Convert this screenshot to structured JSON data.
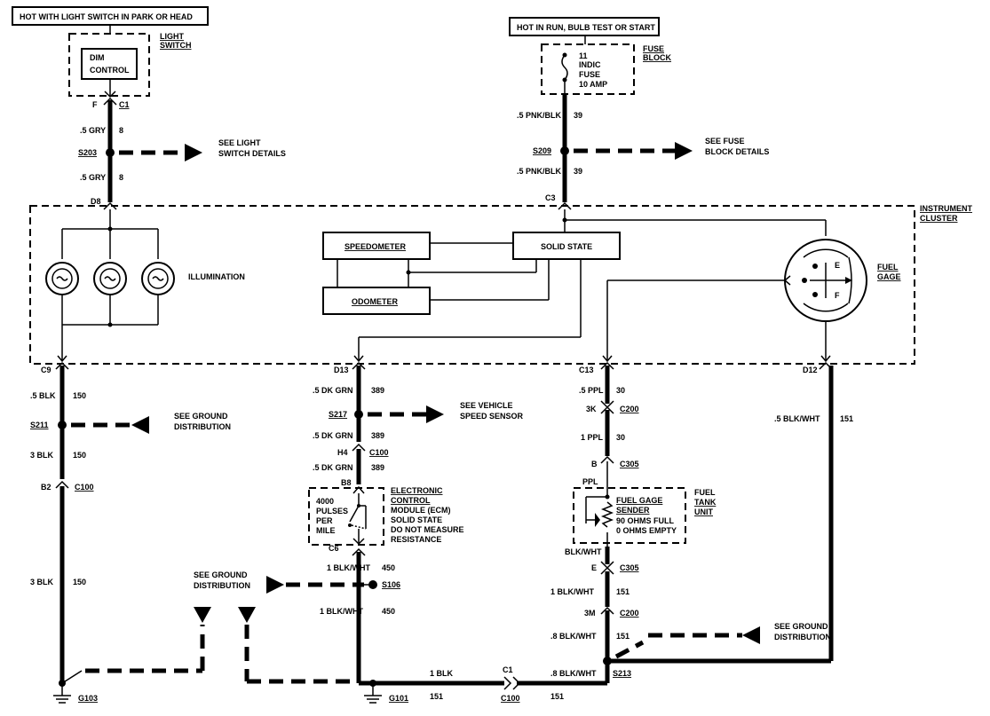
{
  "top_left_banner": "HOT WITH LIGHT SWITCH IN PARK OR HEAD",
  "top_right_banner": "HOT IN RUN, BULB TEST OR START",
  "light_switch": {
    "label_1": "LIGHT",
    "label_2": "SWITCH",
    "dim_1": "DIM",
    "dim_2": "CONTROL",
    "pin": "F",
    "conn": "C1"
  },
  "fuse_block": {
    "label_1": "FUSE",
    "label_2": "BLOCK",
    "l1": "11",
    "l2": "INDIC",
    "l3": "FUSE",
    "l4": "10 AMP"
  },
  "left_top_wires": {
    "w1": ".5 GRY",
    "c1": "8",
    "splice": "S203",
    "w2": ".5 GRY",
    "c2": "8",
    "pin": "D8"
  },
  "see_light_switch": {
    "l1": "SEE LIGHT",
    "l2": "SWITCH DETAILS"
  },
  "right_top_wires": {
    "w1": ".5 PNK/BLK",
    "c1": "39",
    "splice": "S209",
    "w2": ".5 PNK/BLK",
    "c2": "39",
    "pin": "C3"
  },
  "see_fuse_block": {
    "l1": "SEE FUSE",
    "l2": "BLOCK DETAILS"
  },
  "instrument_cluster": {
    "l1": "INSTRUMENT",
    "l2": "CLUSTER"
  },
  "cluster_items": {
    "speedometer": "SPEEDOMETER",
    "odometer": "ODOMETER",
    "solid_state": "SOLID STATE",
    "illumination": "ILLUMINATION",
    "fuel_1": "FUEL",
    "fuel_2": "GAGE",
    "gauge_e": "E",
    "gauge_f": "F"
  },
  "left_bottom": {
    "pin": "C9",
    "w1": ".5 BLK",
    "c1": "150",
    "splice": "S211",
    "w2": "3 BLK",
    "c2": "150",
    "pin2": "B2",
    "conn": "C100",
    "w3": "3 BLK",
    "c3": "150",
    "ground": "G103"
  },
  "see_ground_1": {
    "l1": "SEE GROUND",
    "l2": "DISTRIBUTION"
  },
  "mid_bottom": {
    "pin": "D13",
    "w1": ".5 DK GRN",
    "c1": "389",
    "splice": "S217",
    "w2": ".5 DK GRN",
    "c2": "389",
    "pin2": "H4",
    "conn": "C100",
    "w3": ".5 DK GRN",
    "c3": "389",
    "pin3": "B8",
    "pin4": "C6",
    "w4": "1 BLK/WHT",
    "c4": "450",
    "splice2": "S106",
    "w5": "1 BLK/WHT",
    "c5": "450",
    "ground": "G101"
  },
  "see_vss": {
    "l1": "SEE VEHICLE",
    "l2": "SPEED SENSOR"
  },
  "ecm": {
    "a1": "4000",
    "a2": "PULSES",
    "a3": "PER",
    "a4": "MILE",
    "b1": "ELECTRONIC",
    "b2": "CONTROL",
    "b3": "MODULE (ECM)",
    "b4": "SOLID STATE",
    "b5": "DO NOT MEASURE",
    "b6": "RESISTANCE"
  },
  "see_ground_2": {
    "l1": "SEE GROUND",
    "l2": "DISTRIBUTION"
  },
  "right_bottom": {
    "pin": "C13",
    "w1": ".5 PPL",
    "c1": "30",
    "pin2": "3K",
    "conn": "C200",
    "w2": "1 PPL",
    "c2": "30",
    "pin3": "B",
    "conn2": "C305",
    "w3": "PPL",
    "w4": "BLK/WHT",
    "pin4": "E",
    "conn3": "C305",
    "w5": "1 BLK/WHT",
    "c5": "151",
    "pin5": "3M",
    "conn4": "C200",
    "w6": ".8 BLK/WHT",
    "c6": "151",
    "w7": ".8 BLK/WHT",
    "splice": "S213"
  },
  "sender": {
    "l1": "FUEL GAGE",
    "l2": "SENDER",
    "l3": "90 OHMS FULL",
    "l4": "0 OHMS EMPTY",
    "u1": "FUEL",
    "u2": "TANK",
    "u3": "UNIT"
  },
  "far_right": {
    "pin": "D12",
    "w1": ".5 BLK/WHT",
    "c1": "151"
  },
  "see_ground_3": {
    "l1": "SEE GROUND",
    "l2": "DISTRIBUTION"
  },
  "bottom_wire": {
    "w1": "1 BLK",
    "conn_pin": "C1",
    "c1": "151",
    "conn": "C100",
    "c2": "151"
  }
}
